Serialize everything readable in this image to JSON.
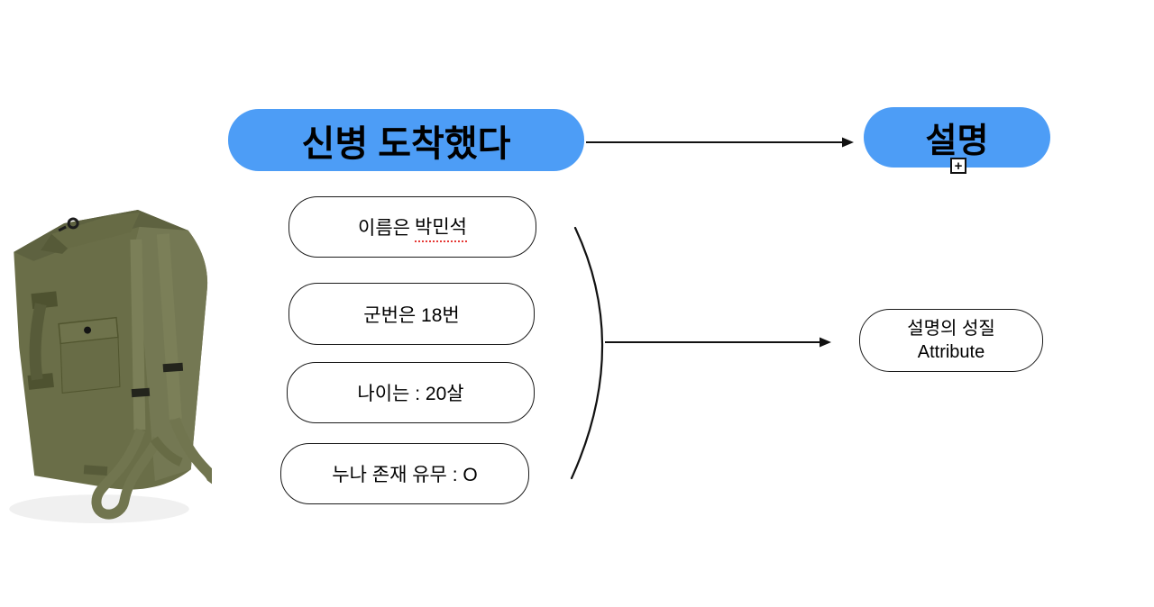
{
  "colors": {
    "node_blue": "#4D9DF6",
    "outline_black": "#111111",
    "spellcheck_red": "#E53935",
    "bag_olive": "#6A6E48",
    "background": "#FFFFFF"
  },
  "root_node": {
    "label": "신병 도착했다"
  },
  "topic_node": {
    "label": "설명",
    "expand_icon_label": "+"
  },
  "attribute_nodes": [
    {
      "prefix": "이름은",
      "misspelled": "박민석"
    },
    {
      "label": "군번은 18번"
    },
    {
      "label": "나이는 : 20살"
    },
    {
      "label": "누나 존재 유무 : O"
    }
  ],
  "result_node": {
    "line1": "설명의 성질",
    "line2": "Attribute"
  },
  "bag_image": {
    "name": "olive-military-duffel-bag"
  }
}
